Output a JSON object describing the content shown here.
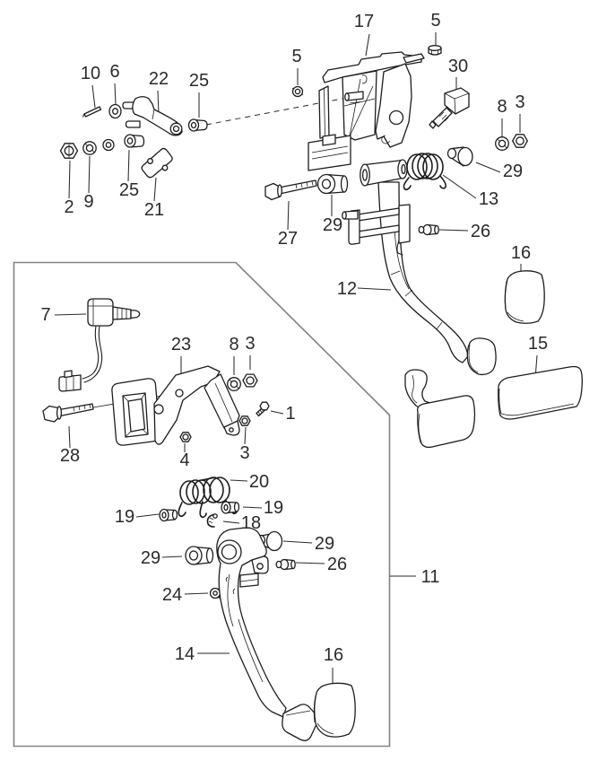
{
  "diagram": {
    "kind": "exploded-parts-diagram",
    "subject": "Pedal assembly (brake and clutch pedals)",
    "colors": {
      "background": "#ffffff",
      "line": "#1d1d1d",
      "label": "#2a2a2a",
      "enclosure_border": "#828282"
    },
    "callouts": [
      {
        "label": "10"
      },
      {
        "label": "6"
      },
      {
        "label": "22"
      },
      {
        "label": "25"
      },
      {
        "label": "5"
      },
      {
        "label": "17"
      },
      {
        "label": "5"
      },
      {
        "label": "30"
      },
      {
        "label": "8"
      },
      {
        "label": "3"
      },
      {
        "label": "2"
      },
      {
        "label": "9"
      },
      {
        "label": "25"
      },
      {
        "label": "21"
      },
      {
        "label": "27"
      },
      {
        "label": "29"
      },
      {
        "label": "29"
      },
      {
        "label": "13"
      },
      {
        "label": "26"
      },
      {
        "label": "12"
      },
      {
        "label": "16"
      },
      {
        "label": "15"
      },
      {
        "label": "7"
      },
      {
        "label": "23"
      },
      {
        "label": "8"
      },
      {
        "label": "3"
      },
      {
        "label": "1"
      },
      {
        "label": "28"
      },
      {
        "label": "3"
      },
      {
        "label": "4"
      },
      {
        "label": "20"
      },
      {
        "label": "19"
      },
      {
        "label": "19"
      },
      {
        "label": "18"
      },
      {
        "label": "29"
      },
      {
        "label": "29"
      },
      {
        "label": "26"
      },
      {
        "label": "24"
      },
      {
        "label": "14"
      },
      {
        "label": "11"
      },
      {
        "label": "16"
      }
    ]
  }
}
